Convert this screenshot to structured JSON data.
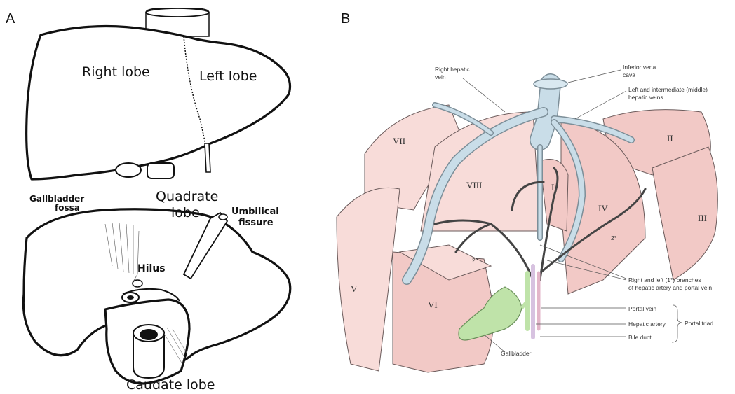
{
  "panel_a": {
    "letter": "A",
    "labels": {
      "right_lobe": "Right lobe",
      "left_lobe": "Left lobe",
      "gallbladder_fossa_line1": "Gallbladder",
      "gallbladder_fossa_line2": "fossa",
      "quadrate_lobe_line1": "Quadrate",
      "quadrate_lobe_line2": "lobe",
      "umbilical_fissure_line1": "Umbilical",
      "umbilical_fissure_line2": "fissure",
      "hilus": "Hilus",
      "caudate_lobe": "Caudate lobe"
    }
  },
  "panel_b": {
    "letter": "B",
    "labels": {
      "right_hepatic_vein_line1": "Right hepatic",
      "right_hepatic_vein_line2": "vein",
      "inferior_vena_cava_line1": "Inferior vena",
      "inferior_vena_cava_line2": "cava",
      "left_intermediate_veins_line1": "Left and intermediate (middle)",
      "left_intermediate_veins_line2": "hepatic veins",
      "branches_line1": "Right and left (1°) branches",
      "branches_line2": "of hepatic artery and portal vein",
      "portal_vein": "Portal vein",
      "hepatic_artery": "Hepatic artery",
      "bile_duct": "Bile duct",
      "portal_triad": "Portal triad",
      "gallbladder": "Gallbladder",
      "secondary_mark": "2°"
    },
    "segments": [
      "I",
      "II",
      "III",
      "IV",
      "V",
      "VI",
      "VII",
      "VIII"
    ]
  },
  "colors": {
    "segment_pink": "#f2c9c6",
    "hepatic_vein_blue": "#c9dde8",
    "gallbladder_green": "#bfe3a9",
    "outline": "#111111"
  }
}
